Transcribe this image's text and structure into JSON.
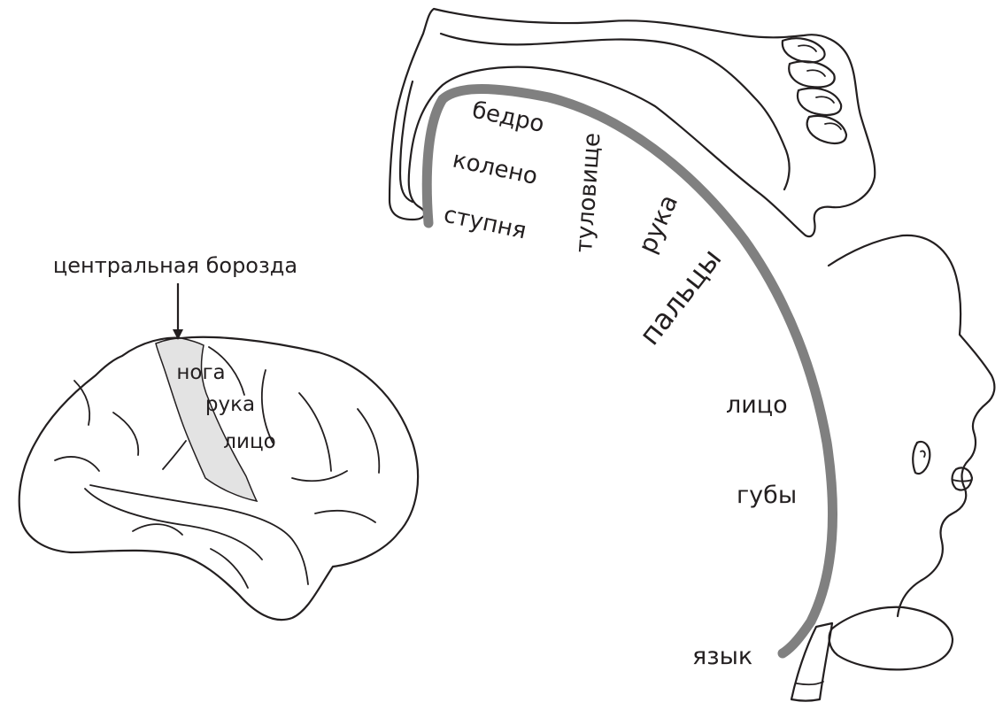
{
  "colors": {
    "ink": "#231f20",
    "cortex_band": "#808080",
    "motor_area_fill": "#e3e3e3",
    "background": "#ffffff"
  },
  "brain": {
    "sulcus_label": "центральная борозда",
    "regions": [
      "нога",
      "рука",
      "лицо"
    ]
  },
  "homunculus": {
    "body_labels": [
      "бедро",
      "колено",
      "ступня",
      "туловище",
      "рука",
      "пальцы",
      "лицо",
      "губы",
      "язык"
    ]
  }
}
